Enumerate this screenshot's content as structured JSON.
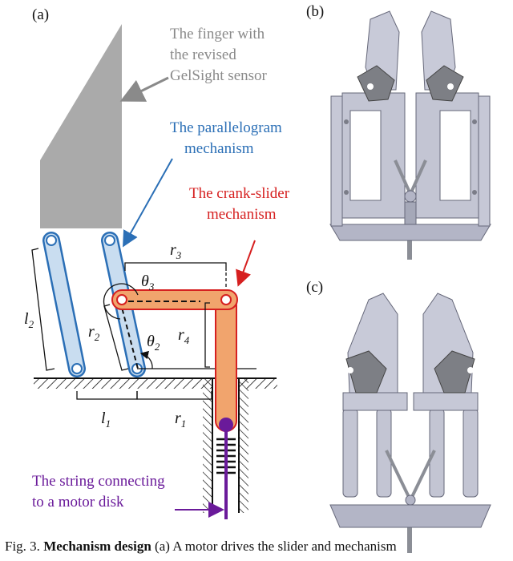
{
  "panels": {
    "a": "(a)",
    "b": "(b)",
    "c": "(c)"
  },
  "labels": {
    "finger_line1": "The finger with",
    "finger_line2": "the revised",
    "finger_line3": "GelSight sensor",
    "parallelogram_line1": "The parallelogram",
    "parallelogram_line2": "mechanism",
    "crank_line1": "The crank-slider",
    "crank_line2": "mechanism",
    "string_line1": "The string connecting",
    "string_line2": "to a motor disk"
  },
  "symbols": {
    "l2_base": "l",
    "l2_sub": "2",
    "l1_base": "l",
    "l1_sub": "1",
    "r1_base": "r",
    "r1_sub": "1",
    "r2_base": "r",
    "r2_sub": "2",
    "r3_base": "r",
    "r3_sub": "3",
    "r4_base": "r",
    "r4_sub": "4",
    "theta2_base": "θ",
    "theta2_sub": "2",
    "theta3_base": "θ",
    "theta3_sub": "3"
  },
  "caption": {
    "prefix": "Fig. 3.    ",
    "bold": "Mechanism design",
    "rest": " (a) A motor drives the slider and mechanism"
  },
  "colors": {
    "finger_gray": "#aaaaaa",
    "parallelogram_blue": "#2b6fb6",
    "link_fill": "#c9ddf0",
    "crank_red": "#d62020",
    "crank_fill": "#f1a46d",
    "string_purple": "#6a1a9a",
    "label_gray": "#8a8a8a"
  }
}
